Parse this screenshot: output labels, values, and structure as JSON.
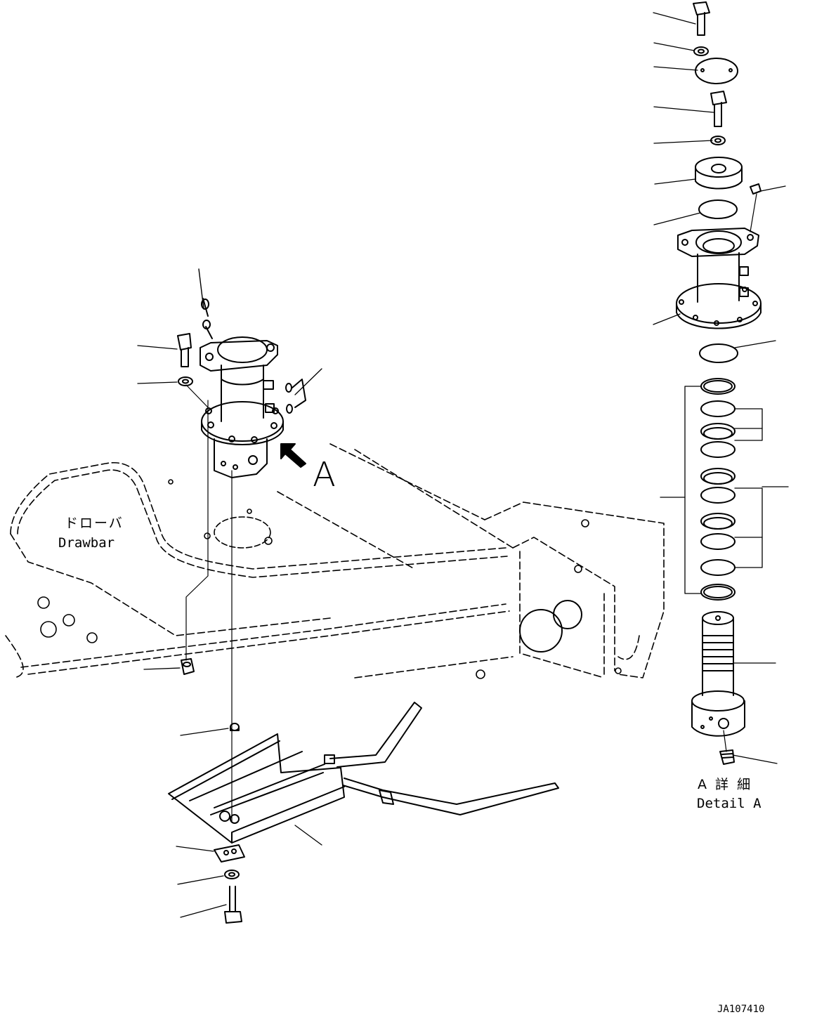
{
  "labels": {
    "drawbar_jp": "ドローバ",
    "drawbar_en": "Drawbar",
    "view_letter": "A",
    "detail_jp": "A 詳 細",
    "detail_en": "Detail A",
    "drawing_number": "JA107410"
  },
  "icons": {
    "view_arrow": "view-direction-arrow-icon"
  }
}
